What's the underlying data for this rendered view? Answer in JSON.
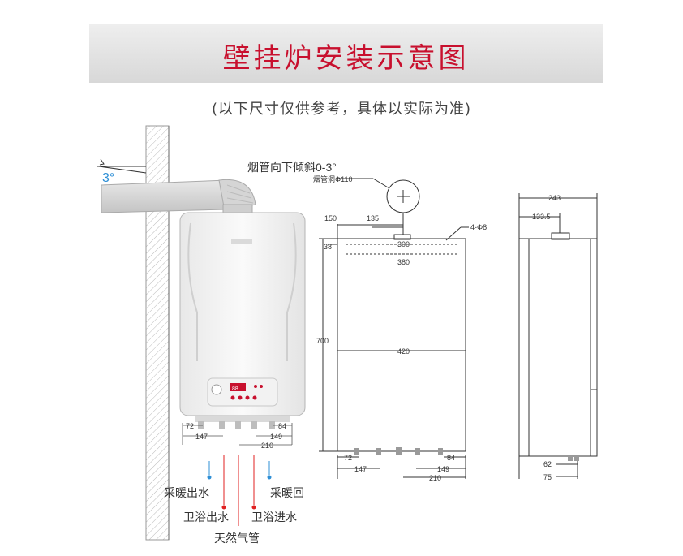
{
  "header": {
    "title": "壁挂炉安装示意图",
    "subtitle": "(以下尺寸仅供参考，具体以实际为准)"
  },
  "install": {
    "flue_note": "烟管向下倾斜0-3°",
    "angle_label": "3°",
    "pipes": {
      "heating_out": "采暖出水",
      "heating_return": "采暖回",
      "bath_out": "卫浴出水",
      "bath_in": "卫浴进水",
      "gas": "天然气管"
    },
    "display_readout": "88",
    "colors": {
      "heating": "#2e8fd6",
      "hot_water": "#e02020",
      "gas": "#e02020",
      "accent": "#c8102e"
    }
  },
  "front_view": {
    "flue_hole": "烟管洞Φ110",
    "dims": {
      "d150": "150",
      "d135": "135",
      "d38": "38",
      "d300": "300",
      "d380": "380",
      "d700": "700",
      "d420": "420",
      "holes": "4-Φ8",
      "d72": "72",
      "d147": "147",
      "d84": "84",
      "d149": "149",
      "d210": "210"
    }
  },
  "side_view": {
    "dims": {
      "d243": "243",
      "d133": "133.5",
      "d62": "62",
      "d75": "75"
    }
  }
}
